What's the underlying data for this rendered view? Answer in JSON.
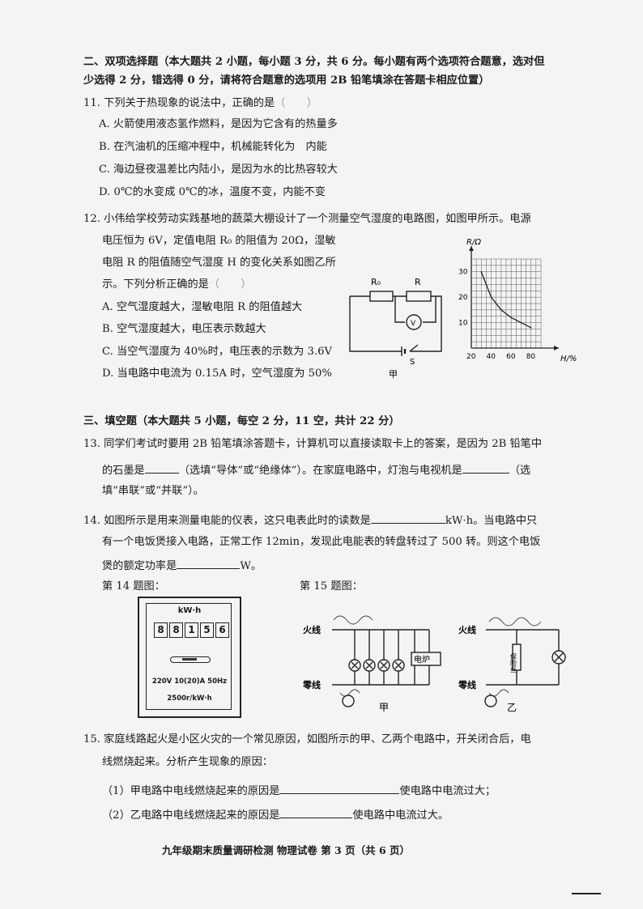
{
  "sec2": {
    "line1": "二、双项选择题（本大题共 2 小题，每小题 3 分，共 6 分。每小题有两个选项符合题意，选对但",
    "line2": "少选得 2 分，错选得 0 分，请将符合题意的选项用 2B 铅笔填涂在答题卡相应位置）"
  },
  "q11": {
    "stem": "11. 下列关于热现象的说法中，正确的是",
    "options": [
      "A. 火箭使用液态氢作燃料，是因为它含有的热量多",
      "B. 在汽油机的压缩冲程中，机械能转化为　内能",
      "C. 海边昼夜温差比内陆小，是因为水的比热容较大",
      "D. 0℃的水变成 0℃的冰，温度不变，内能不变"
    ]
  },
  "q12": {
    "line1": "12. 小伟给学校劳动实践基地的蔬菜大棚设计了一个测量空气湿度的电路图，如图甲所示。电源",
    "line2": "电压恒为 6V，定值电阻 R₀ 的阻值为 20Ω，湿敏",
    "line3": "电阻 R 的阻值随空气湿度 H 的变化关系如图乙所",
    "line4": "示。下列分析正确的是",
    "options": [
      "A. 空气湿度越大，湿敏电阻 R 的阻值越大",
      "B. 空气湿度越大，电压表示数越大",
      "C. 当空气湿度为 40%时，电压表的示数为 3.6V",
      "D. 当电路中电流为 0.15A 时，空气湿度为 50%"
    ],
    "fig_labels": {
      "r0": "R₀",
      "r": "R",
      "v": "V",
      "s": "S",
      "jia": "甲"
    }
  },
  "chart_data": {
    "type": "line",
    "title": "",
    "xlabel": "H/%",
    "ylabel": "R/Ω",
    "x_ticks": [
      20,
      40,
      60,
      80
    ],
    "y_ticks": [
      10,
      20,
      30
    ],
    "xlim": [
      20,
      90
    ],
    "ylim": [
      0,
      35
    ],
    "grid": true,
    "series": [
      {
        "x": [
          30,
          40,
          50,
          60,
          70,
          80
        ],
        "y": [
          30,
          20,
          15,
          12,
          10,
          8
        ]
      }
    ]
  },
  "sec3": {
    "title": "三、填空题（本大题共 5 小题，每空 2 分，11 空，共计 22 分）"
  },
  "q13": {
    "line1": "13. 同学们考试时要用 2B 铅笔填涂答题卡，计算机可以直接读取卡上的答案，是因为 2B 铅笔中",
    "l2a": "的石墨是",
    "l2b": "（选填“导体”或“绝缘体”）。在家庭电路中，灯泡与电视机是",
    "l2c": "（选",
    "line3": "填“串联”或“并联”）。"
  },
  "q14": {
    "l1a": "14. 如图所示是用来测量电能的仪表，这只电表此时的读数是",
    "l1b": "kW·h。当电路中只",
    "line2": "有一个电饭煲接入电路，正常工作 12min，发现此电能表的转盘转过了 500 转。则这个电饭",
    "l3a": "煲的额定功率是",
    "l3b": "W。",
    "fig14": "第 14 题图：",
    "fig15": "第 15 题图："
  },
  "meter": {
    "unit": "kW·h",
    "digits": [
      "8",
      "8",
      "1",
      "5",
      "6"
    ],
    "spec": "220V 10(20)A 50Hz",
    "rate": "2500r/kW·h"
  },
  "fig15": {
    "live": "火线",
    "neutral": "零线",
    "stove": "电炉",
    "jia": "甲",
    "yi": "乙",
    "fuse": "保险丝"
  },
  "q15": {
    "line1": "15. 家庭线路起火是小区火灾的一个常见原因，如图所示的甲、乙两个电路中，开关闭合后，电",
    "line2": "线燃烧起来。分析产生现象的原因：",
    "s1a": "（1）甲电路中电线燃烧起来的原因是",
    "s1b": "使电路中电流过大；",
    "s2a": "（2）乙电路中电线燃烧起来的原因是",
    "s2b": "使电路中电流过大。"
  },
  "footer": "九年级期末质量调研检测  物理试卷  第 3 页（共 6 页）"
}
